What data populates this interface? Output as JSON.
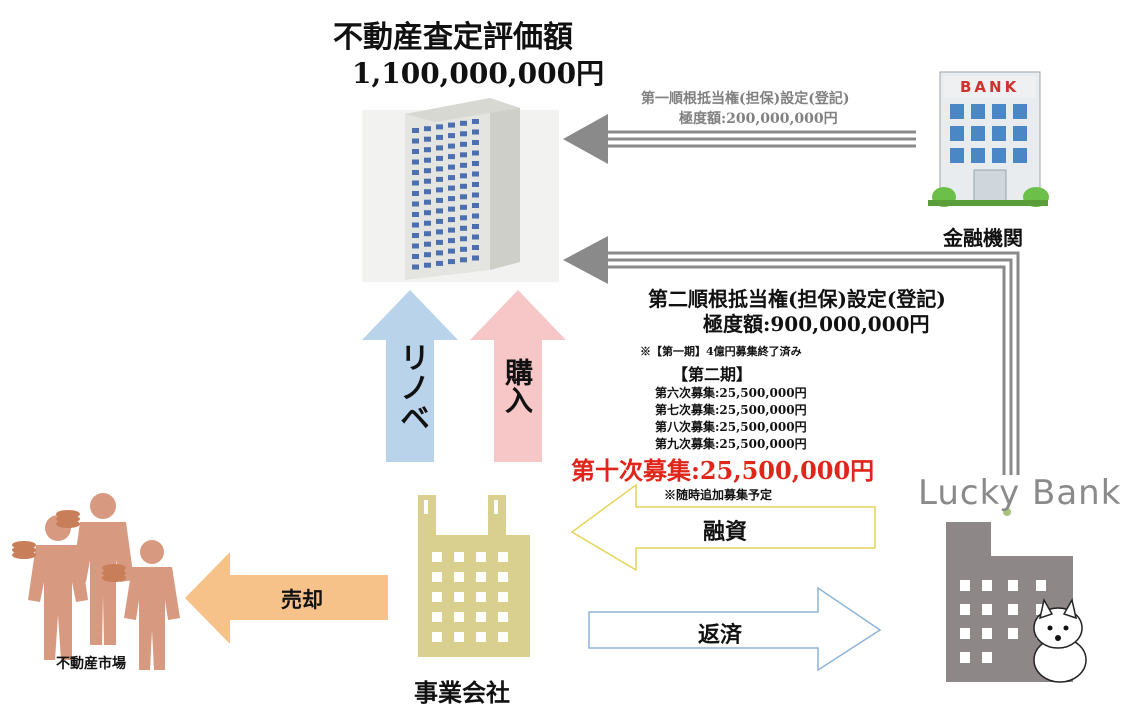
{
  "valuation": {
    "title": "不動産査定評価額",
    "amount": "1,100,000,000円"
  },
  "first_lien": {
    "label": "第一順根抵当権(担保)設定(登記)",
    "limit": "極度額:200,000,000円"
  },
  "bank": {
    "sign": "BANK",
    "caption": "金融機関"
  },
  "second_lien": {
    "label": "第二順根抵当権(担保)設定(登記)",
    "limit": "極度額:900,000,000円"
  },
  "funding": {
    "note_first": "※【第一期】4億円募集終了済み",
    "heading": "【第二期】",
    "rounds": [
      "第六次募集:25,500,000円",
      "第七次募集:25,500,000円",
      "第八次募集:25,500,000円",
      "第九次募集:25,500,000円"
    ],
    "current": "第十次募集:25,500,000円",
    "note_additional": "※随時追加募集予定"
  },
  "arrows": {
    "renovation": "リノベ",
    "purchase": "購入",
    "financing": "融資",
    "repayment": "返済",
    "sale": "売却"
  },
  "parties": {
    "company": "事業会社",
    "market": "不動産市場",
    "lucky_bank": "Lucky Bank"
  },
  "colors": {
    "renovation_arrow": "#b9d3ea",
    "purchase_arrow": "#f7c6c6",
    "sale_arrow": "#f7c28a",
    "financing_outline": "#e6d45a",
    "repayment_outline": "#8fb4da",
    "company_building": "#d9cf8f",
    "lucky_building": "#8d8787",
    "people": "#d79a80",
    "highlight_text": "#e0261a",
    "lien_arrow": "#8a8a8a"
  }
}
